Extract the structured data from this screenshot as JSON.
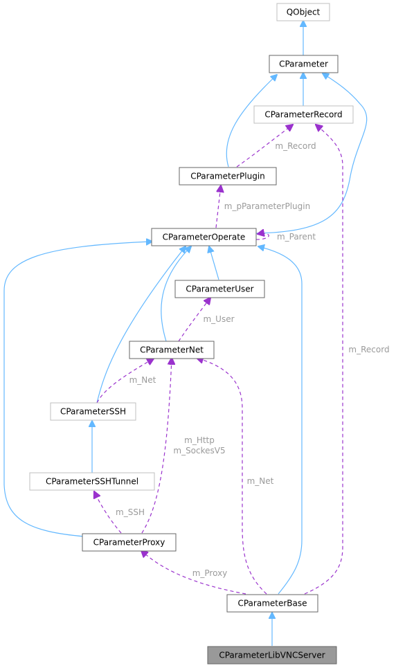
{
  "diagram": {
    "colors": {
      "inheritance": "#63b8ff",
      "usage": "#9a32cd",
      "label": "#9a9a9a",
      "node_border": "#666666",
      "node_border_weak": "#bfbfbf",
      "root_fill": "#999999"
    },
    "nodes": {
      "qobject": "QObject",
      "cparameter": "CParameter",
      "cparameterrecord": "CParameterRecord",
      "cparameterplugin": "CParameterPlugin",
      "cparameteroperate": "CParameterOperate",
      "cparameteruser": "CParameterUser",
      "cparameternet": "CParameterNet",
      "cparameterssh": "CParameterSSH",
      "cparametersshtunnel": "CParameterSSHTunnel",
      "cparameterproxy": "CParameterProxy",
      "cparameterbase": "CParameterBase",
      "cparameterlibvncserver": "CParameterLibVNCServer"
    },
    "labels": {
      "record_plugin": "m_Record",
      "pparameterplugin": "m_pParameterPlugin",
      "parent": "m_Parent",
      "user": "m_User",
      "net_ssh": "m_Net",
      "http": "m_Http",
      "sockesv5": "m_SockesV5",
      "ssh": "m_SSH",
      "net_base": "m_Net",
      "proxy": "m_Proxy",
      "record_base": "m_Record"
    }
  }
}
